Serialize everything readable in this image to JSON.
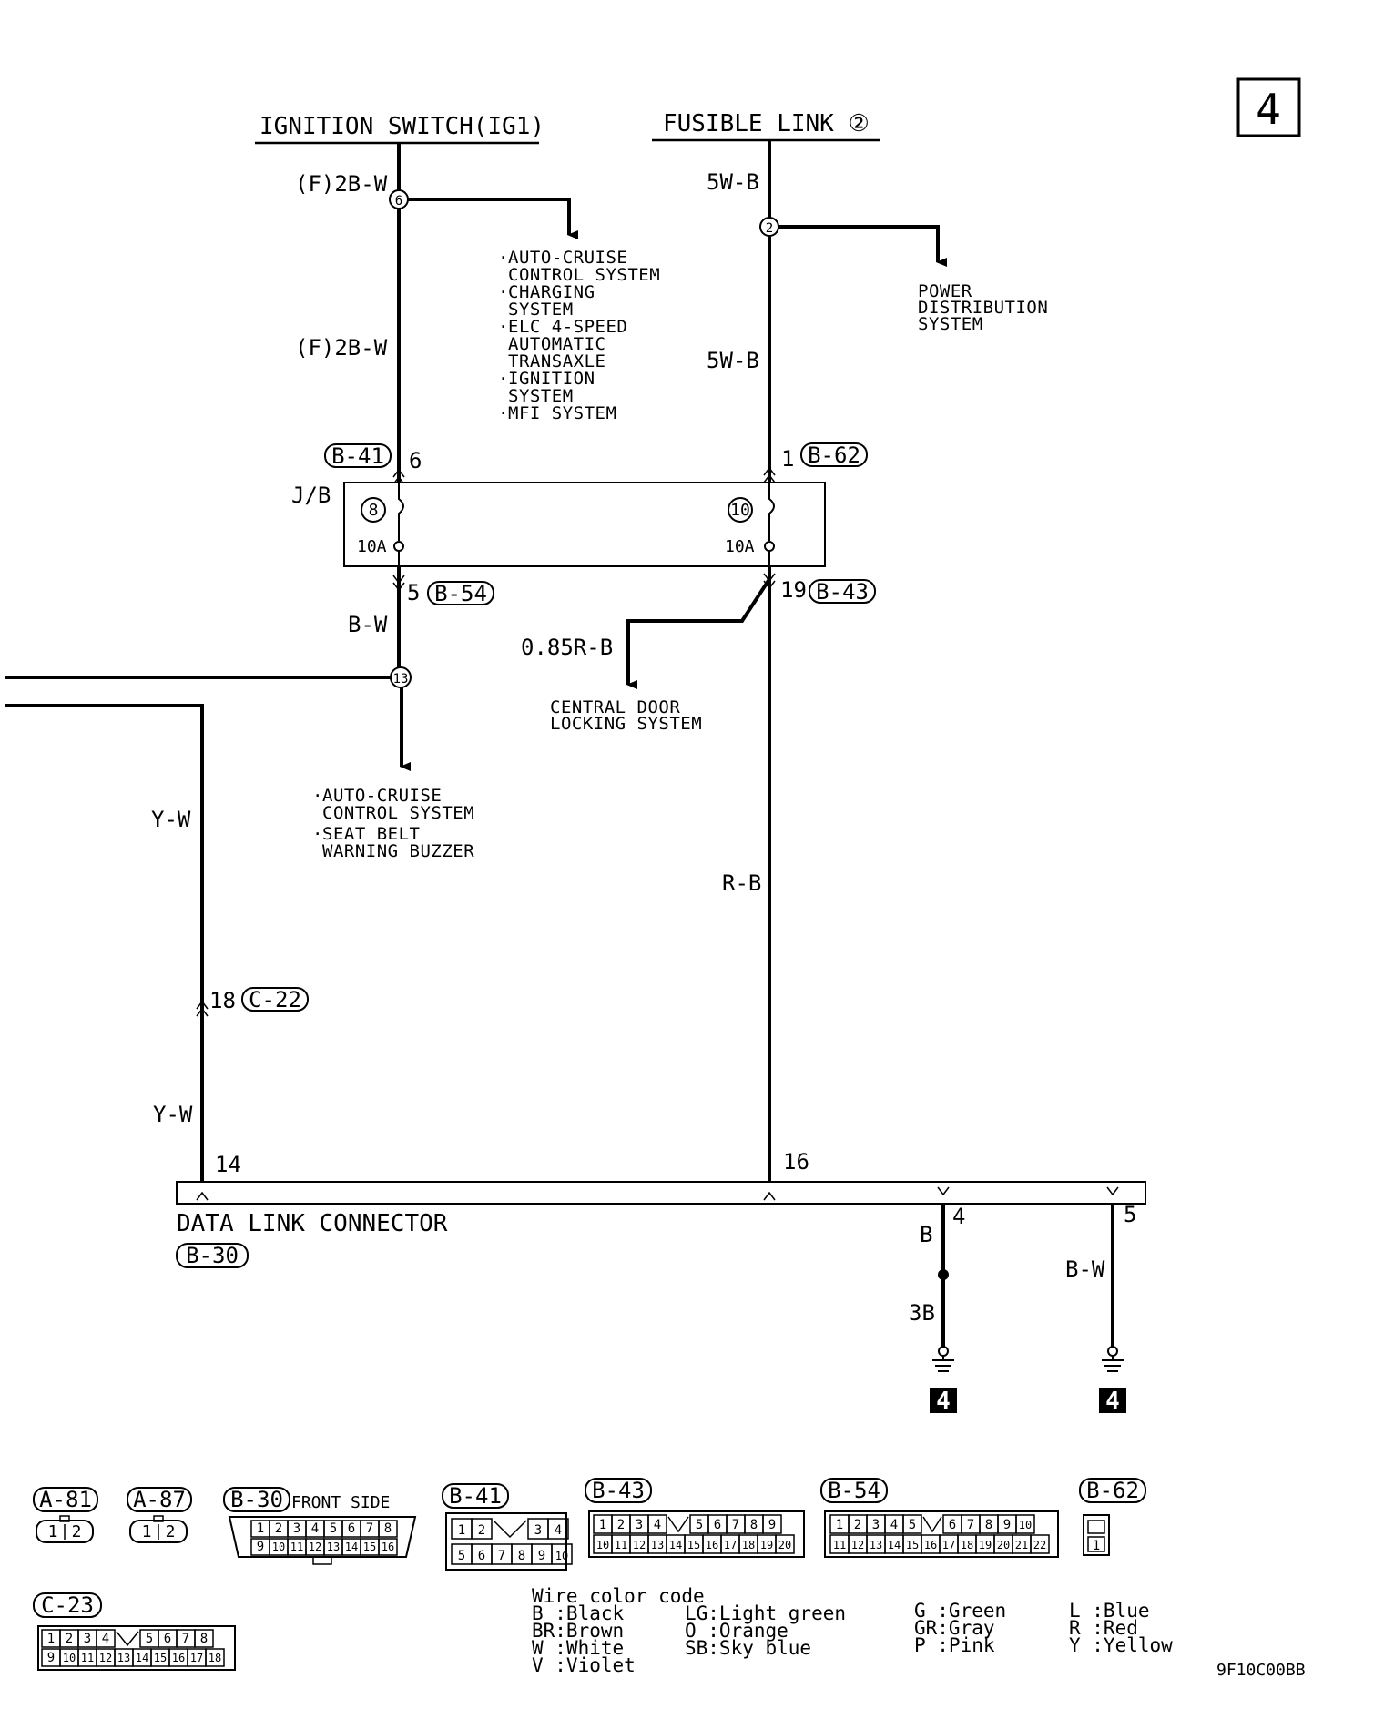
{
  "page_number": "4",
  "figure_code": "9F10C00BB",
  "sources": {
    "ignition": "IGNITION SWITCH(IG1)",
    "fusible": "FUSIBLE LINK ②"
  },
  "wires": {
    "ign_top": "(F)2B-W",
    "ign_mid": "(F)2B-W",
    "fl_top": "5W-B",
    "fl_mid": "5W-B",
    "bw": "B-W",
    "rb_branch": "0.85R-B",
    "rb": "R-B",
    "yw_top": "Y-W",
    "yw_bot": "Y-W",
    "gnd_b": "B",
    "gnd_3b": "3B",
    "gnd_bw": "B-W"
  },
  "splices": {
    "s6": "6",
    "s2": "2",
    "s13": "13"
  },
  "junction_block": {
    "label": "J/B",
    "fuse_left_no": "8",
    "fuse_left_amp": "10A",
    "fuse_right_no": "10",
    "fuse_right_amp": "10A"
  },
  "pins": {
    "b41_pin": "6",
    "b41": "B-41",
    "b62_pin": "1",
    "b62": "B-62",
    "b54_pin": "5",
    "b54": "B-54",
    "b43_pin": "19",
    "b43": "B-43",
    "c22_pin": "18",
    "c22": "C-22",
    "dlc_14": "14",
    "dlc_16": "16",
    "dlc_4": "4",
    "dlc_5": "5"
  },
  "data_link": {
    "title": "DATA LINK CONNECTOR",
    "id": "B-30"
  },
  "destinations": {
    "ign_branch": [
      "AUTO-CRUISE",
      "CONTROL SYSTEM",
      "CHARGING",
      "SYSTEM",
      "ELC 4-SPEED",
      "AUTOMATIC",
      "TRANSAXLE",
      "IGNITION",
      "SYSTEM",
      "MFI SYSTEM"
    ],
    "power_dist": [
      "POWER",
      "DISTRIBUTION",
      "SYSTEM"
    ],
    "door_lock": [
      "CENTRAL DOOR",
      "LOCKING SYSTEM"
    ],
    "seatbelt": [
      "AUTO-CRUISE",
      "CONTROL SYSTEM",
      "SEAT BELT",
      "WARNING BUZZER"
    ]
  },
  "ground_ref": "4",
  "connectors": {
    "a81": {
      "id": "A-81",
      "pins": [
        "1",
        "2"
      ]
    },
    "a87": {
      "id": "A-87",
      "pins": [
        "1",
        "2"
      ]
    },
    "b30": {
      "id": "B-30",
      "note": "FRONT SIDE",
      "row1": [
        "1",
        "2",
        "3",
        "4",
        "5",
        "6",
        "7",
        "8"
      ],
      "row2": [
        "9",
        "10",
        "11",
        "12",
        "13",
        "14",
        "15",
        "16"
      ]
    },
    "b41": {
      "id": "B-41",
      "row1": [
        "1",
        "2",
        "3",
        "4"
      ],
      "row2": [
        "5",
        "6",
        "7",
        "8",
        "9",
        "10"
      ]
    },
    "b43": {
      "id": "B-43",
      "row1": [
        "1",
        "2",
        "3",
        "4",
        "5",
        "6",
        "7",
        "8",
        "9"
      ],
      "row2": [
        "10",
        "11",
        "12",
        "13",
        "14",
        "15",
        "16",
        "17",
        "18",
        "19",
        "20"
      ]
    },
    "b54": {
      "id": "B-54",
      "row1": [
        "1",
        "2",
        "3",
        "4",
        "5",
        "6",
        "7",
        "8",
        "9",
        "10"
      ],
      "row2": [
        "11",
        "12",
        "13",
        "14",
        "15",
        "16",
        "17",
        "18",
        "19",
        "20",
        "21",
        "22"
      ]
    },
    "b62": {
      "id": "B-62",
      "pins": [
        "1"
      ]
    },
    "c23": {
      "id": "C-23",
      "row1": [
        "1",
        "2",
        "3",
        "4",
        "5",
        "6",
        "7",
        "8"
      ],
      "row2": [
        "9",
        "10",
        "11",
        "12",
        "13",
        "14",
        "15",
        "16",
        "17",
        "18"
      ]
    }
  },
  "color_code": {
    "title": "Wire color code",
    "col1": [
      "B :Black",
      "BR:Brown",
      "W :White",
      "V :Violet"
    ],
    "col2": [
      "LG:Light green",
      "O :Orange",
      "SB:Sky blue"
    ],
    "col3": [
      "G :Green",
      "GR:Gray",
      "P :Pink"
    ],
    "col4": [
      "L :Blue",
      "R :Red",
      "Y :Yellow"
    ]
  }
}
